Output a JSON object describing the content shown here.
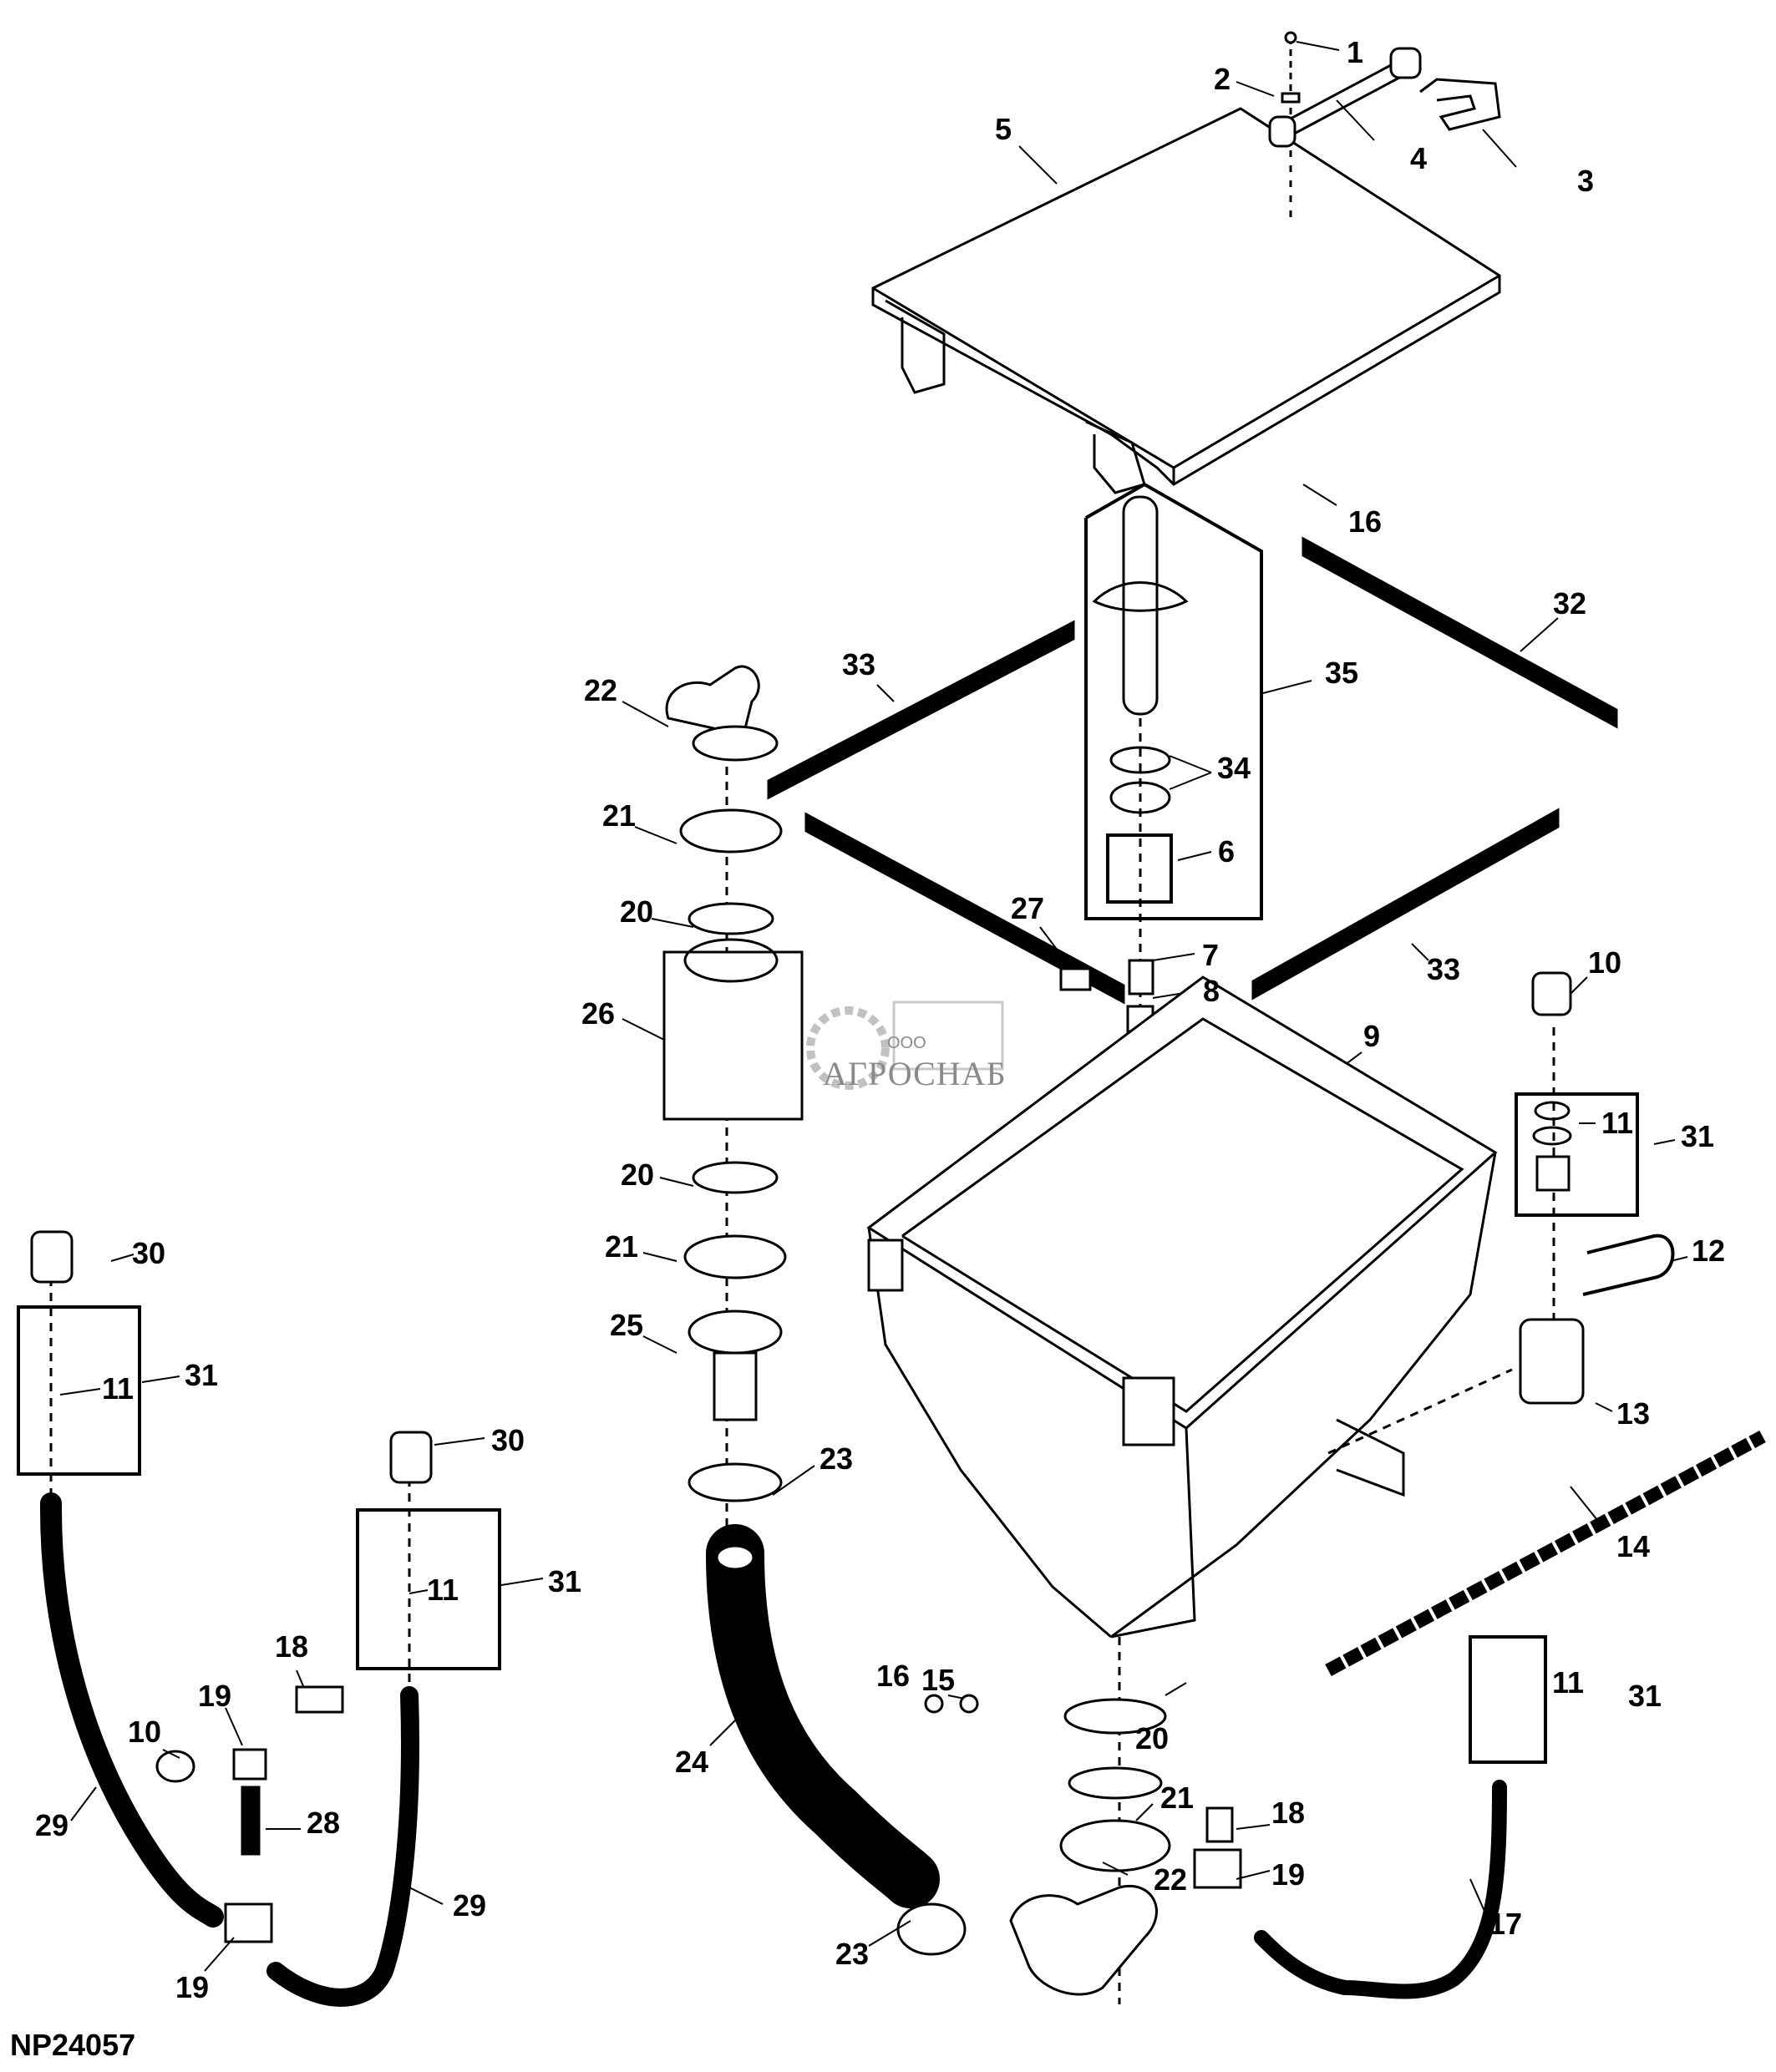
{
  "diagram": {
    "figure_code": "NP24057",
    "watermark": {
      "prefix": "ООО",
      "name": "АГРОСНАБ"
    },
    "callouts": [
      {
        "id": "c1",
        "label": "1"
      },
      {
        "id": "c2",
        "label": "2"
      },
      {
        "id": "c3",
        "label": "3"
      },
      {
        "id": "c4",
        "label": "4"
      },
      {
        "id": "c5",
        "label": "5"
      },
      {
        "id": "c16a",
        "label": "16"
      },
      {
        "id": "c32",
        "label": "32"
      },
      {
        "id": "c35",
        "label": "35"
      },
      {
        "id": "c33a",
        "label": "33"
      },
      {
        "id": "c22a",
        "label": "22"
      },
      {
        "id": "c34",
        "label": "34"
      },
      {
        "id": "c21a",
        "label": "21"
      },
      {
        "id": "c6",
        "label": "6"
      },
      {
        "id": "c27",
        "label": "27"
      },
      {
        "id": "c20a",
        "label": "20"
      },
      {
        "id": "c7",
        "label": "7"
      },
      {
        "id": "c33b",
        "label": "33"
      },
      {
        "id": "c10a",
        "label": "10"
      },
      {
        "id": "c8",
        "label": "8"
      },
      {
        "id": "c26",
        "label": "26"
      },
      {
        "id": "c9",
        "label": "9"
      },
      {
        "id": "c11a",
        "label": "11"
      },
      {
        "id": "c31a",
        "label": "31"
      },
      {
        "id": "c20b",
        "label": "20"
      },
      {
        "id": "c30a",
        "label": "30"
      },
      {
        "id": "c21b",
        "label": "21"
      },
      {
        "id": "c12",
        "label": "12"
      },
      {
        "id": "c25",
        "label": "25"
      },
      {
        "id": "c11b",
        "label": "11"
      },
      {
        "id": "c31b",
        "label": "31"
      },
      {
        "id": "c13",
        "label": "13"
      },
      {
        "id": "c30b",
        "label": "30"
      },
      {
        "id": "c23a",
        "label": "23"
      },
      {
        "id": "c14",
        "label": "14"
      },
      {
        "id": "c11c",
        "label": "11"
      },
      {
        "id": "c31c",
        "label": "31"
      },
      {
        "id": "c18a",
        "label": "18"
      },
      {
        "id": "c15",
        "label": "15"
      },
      {
        "id": "c16b",
        "label": "16"
      },
      {
        "id": "c11d",
        "label": "11"
      },
      {
        "id": "c31d",
        "label": "31"
      },
      {
        "id": "c19a",
        "label": "19"
      },
      {
        "id": "c20c",
        "label": "20"
      },
      {
        "id": "c10b",
        "label": "10"
      },
      {
        "id": "c24",
        "label": "24"
      },
      {
        "id": "c21c",
        "label": "21"
      },
      {
        "id": "c18b",
        "label": "18"
      },
      {
        "id": "c28",
        "label": "28"
      },
      {
        "id": "c29a",
        "label": "29"
      },
      {
        "id": "c19b",
        "label": "19"
      },
      {
        "id": "c22b",
        "label": "22"
      },
      {
        "id": "c29b",
        "label": "29"
      },
      {
        "id": "c17",
        "label": "17"
      },
      {
        "id": "c23b",
        "label": "23"
      },
      {
        "id": "c19c",
        "label": "19"
      }
    ]
  }
}
